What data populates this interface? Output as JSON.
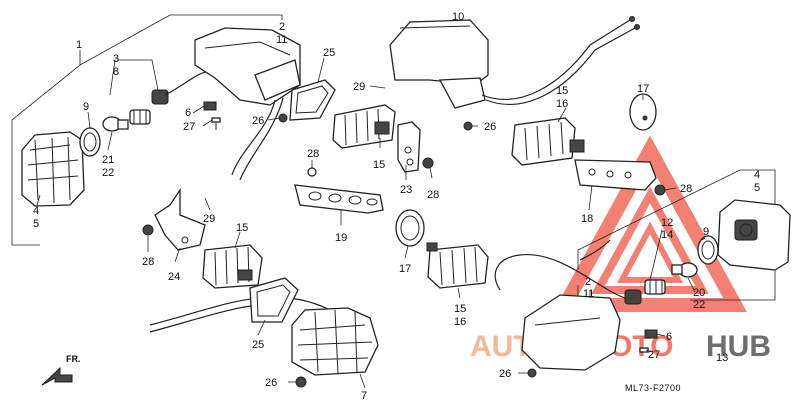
{
  "diagram_code": "ML73-F2700",
  "direction_label": "FR.",
  "watermark": {
    "word_a": "AUTO",
    "word_b": "MOTO",
    "word_c": "HUB",
    "color_primary": "#f26a5a",
    "color_secondary": "#f5b18a",
    "color_dark": "#555555"
  },
  "callouts": [
    {
      "id": "c1",
      "text": "1"
    },
    {
      "id": "c2",
      "text": "2"
    },
    {
      "id": "c11",
      "text": "11"
    },
    {
      "id": "c3",
      "text": "3"
    },
    {
      "id": "c8",
      "text": "8"
    },
    {
      "id": "c9",
      "text": "9"
    },
    {
      "id": "c6",
      "text": "6"
    },
    {
      "id": "c27",
      "text": "27"
    },
    {
      "id": "c26a",
      "text": "26"
    },
    {
      "id": "c25a",
      "text": "25"
    },
    {
      "id": "c21",
      "text": "21"
    },
    {
      "id": "c22",
      "text": "22"
    },
    {
      "id": "c4",
      "text": "4"
    },
    {
      "id": "c5",
      "text": "5"
    },
    {
      "id": "c10",
      "text": "10"
    },
    {
      "id": "c29a",
      "text": "29"
    },
    {
      "id": "c15a",
      "text": "15"
    },
    {
      "id": "c16a",
      "text": "16"
    },
    {
      "id": "c26b",
      "text": "26"
    },
    {
      "id": "c17a",
      "text": "17"
    },
    {
      "id": "c15b",
      "text": "15"
    },
    {
      "id": "c28a",
      "text": "28"
    },
    {
      "id": "c23",
      "text": "23"
    },
    {
      "id": "c28b",
      "text": "28"
    },
    {
      "id": "c28c",
      "text": "28"
    },
    {
      "id": "c18",
      "text": "18"
    },
    {
      "id": "c19",
      "text": "19"
    },
    {
      "id": "c29b",
      "text": "29"
    },
    {
      "id": "c28d",
      "text": "28"
    },
    {
      "id": "c24",
      "text": "24"
    },
    {
      "id": "c15c",
      "text": "15"
    },
    {
      "id": "c17b",
      "text": "17"
    },
    {
      "id": "c15d",
      "text": "15"
    },
    {
      "id": "c16b",
      "text": "16"
    },
    {
      "id": "c25b",
      "text": "25"
    },
    {
      "id": "c26c",
      "text": "26"
    },
    {
      "id": "c7",
      "text": "7"
    },
    {
      "id": "c4b",
      "text": "4"
    },
    {
      "id": "c5b",
      "text": "5"
    },
    {
      "id": "c12",
      "text": "12"
    },
    {
      "id": "c14",
      "text": "14"
    },
    {
      "id": "c9b",
      "text": "9"
    },
    {
      "id": "c2b",
      "text": "2"
    },
    {
      "id": "c11b",
      "text": "11"
    },
    {
      "id": "c20",
      "text": "20"
    },
    {
      "id": "c22b",
      "text": "22"
    },
    {
      "id": "c6b",
      "text": "6"
    },
    {
      "id": "c27b",
      "text": "27"
    },
    {
      "id": "c13",
      "text": "13"
    },
    {
      "id": "c26d",
      "text": "26"
    }
  ]
}
